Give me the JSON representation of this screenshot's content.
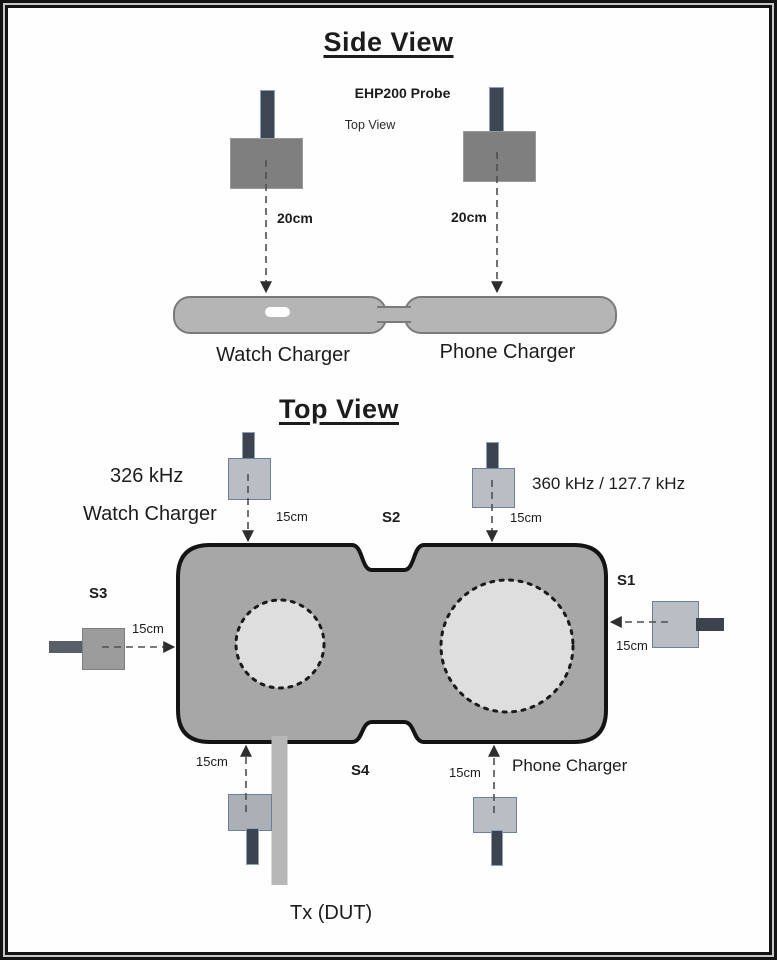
{
  "side_view": {
    "title": "Side View",
    "probe_label": "EHP200 Probe",
    "probe_view_note": "Top View",
    "watch_distance": "20cm",
    "phone_distance": "20cm",
    "watch_charger_label": "Watch Charger",
    "phone_charger_label": "Phone Charger"
  },
  "top_view": {
    "title": "Top View",
    "watch_frequency": "326 kHz",
    "watch_charger_label": "Watch Charger",
    "phone_frequency": "360 kHz / 127.7 kHz",
    "phone_charger_label": "Phone Charger",
    "tx_dut_label": "Tx (DUT)",
    "sensors": {
      "s1": "S1",
      "s2": "S2",
      "s3": "S3",
      "s4": "S4"
    },
    "distances": {
      "top_watch": "15cm",
      "top_phone": "15cm",
      "left": "15cm",
      "right": "15cm",
      "bottom_watch": "15cm",
      "bottom_phone": "15cm"
    }
  },
  "colors": {
    "background": "#fefefe",
    "frame": "#141414",
    "charger_body": "#a7a7a7",
    "charger_outline": "#141414",
    "coil_fill": "#dedede",
    "pad_fill": "#b5b5b5",
    "probe_body_light": "#b9bdc4",
    "probe_body_dark": "#7f7f7f",
    "probe_border": "#6e7f99",
    "probe_stem": "#3d4450",
    "cable": "#b7b7b7",
    "arrow": "#4f4f4f",
    "text": "#1c1c1c"
  }
}
